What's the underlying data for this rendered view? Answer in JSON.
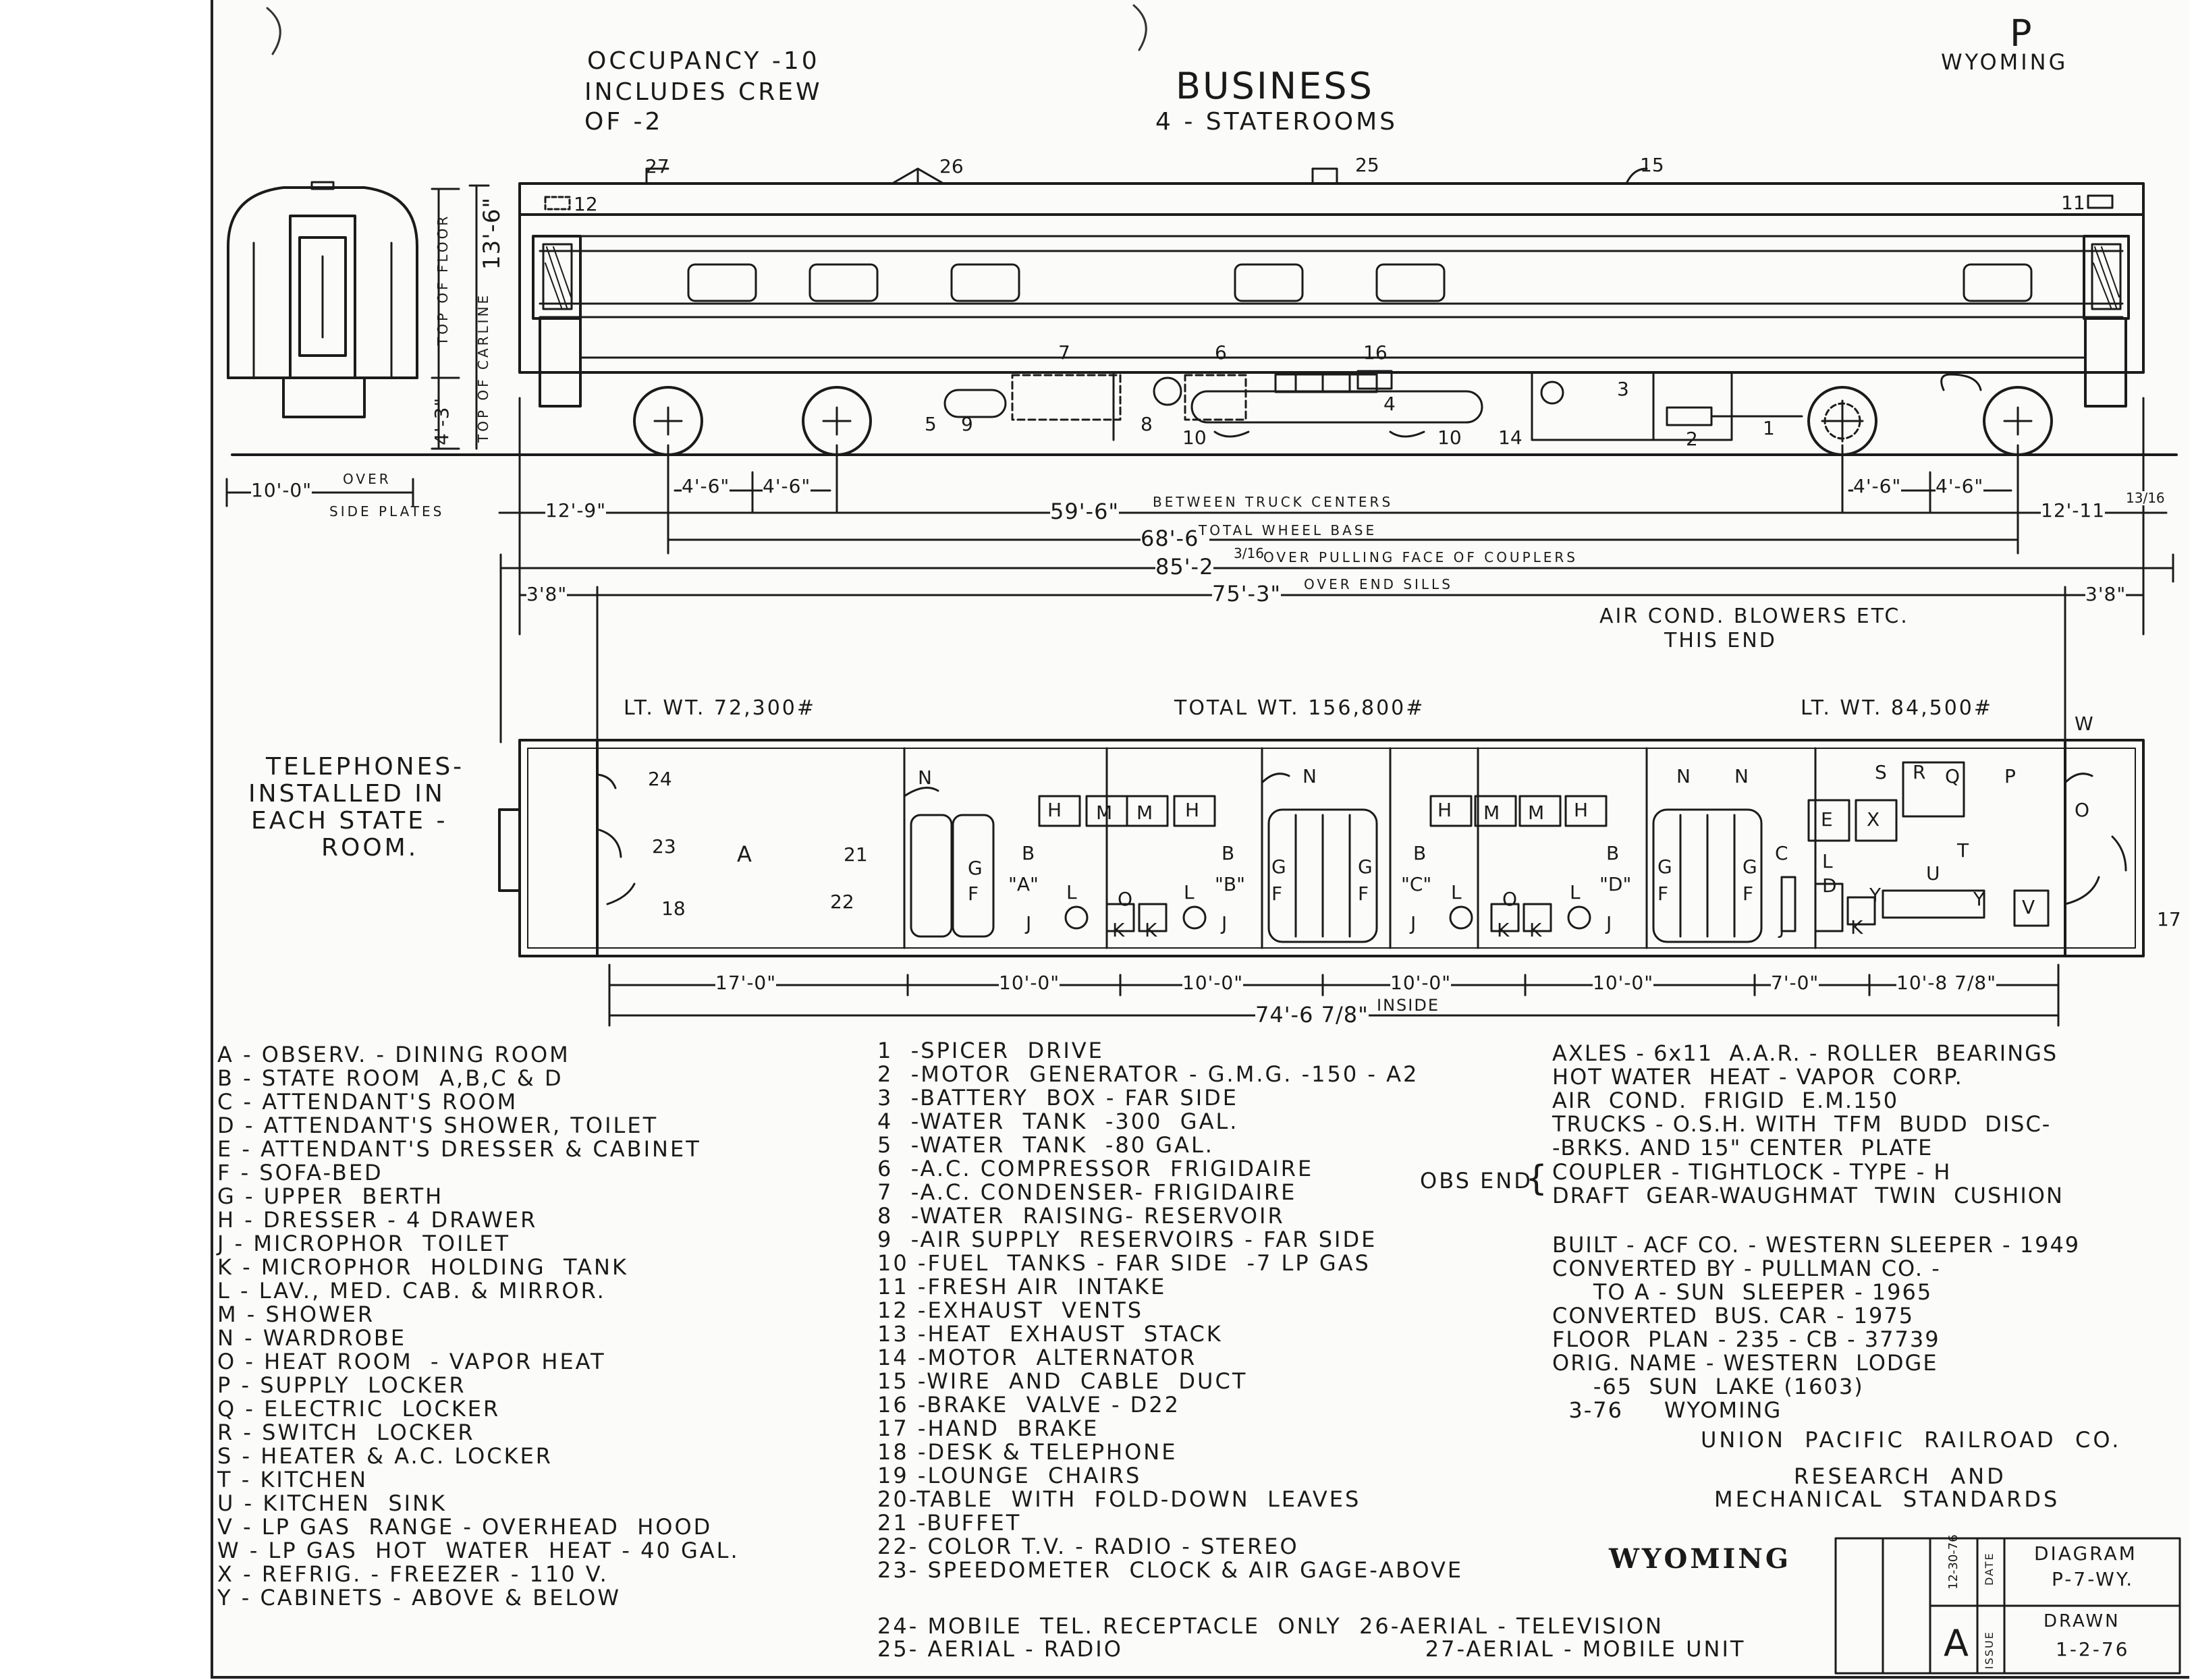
{
  "header": {
    "occupancy": [
      "OCCUPANCY -10",
      "INCLUDES CREW",
      "OF -2"
    ],
    "title": "BUSINESS",
    "subtitle": "4 - STATEROOMS",
    "corner_mark": "P",
    "car_name": "WYOMING"
  },
  "elevation": {
    "callouts": [
      "27",
      "26",
      "25",
      "15",
      "12",
      "11",
      "7",
      "6",
      "16",
      "4",
      "3",
      "5",
      "9",
      "8",
      "10",
      "10",
      "14",
      "2",
      "1"
    ],
    "height_label": "13'-6\"",
    "height_note_1": "TOP OF FLOOR",
    "height_note_2": "TOP OF CARLINE",
    "floor_height": "4'-3\"",
    "end_width": "10'-0\"",
    "end_width_note_1": "OVER",
    "end_width_note_2": "SIDE PLATES"
  },
  "dimensions": {
    "truck_left_1": "4'-6\"",
    "truck_left_2": "4'-6\"",
    "truck_right_1": "4'-6\"",
    "truck_right_2": "4'-6\"",
    "overhang_left": "12'-9\"",
    "truck_centers": "59'-6\"",
    "truck_centers_note": "BETWEEN TRUCK CENTERS",
    "overhang_right": "12'-11",
    "overhang_right_frac": "13/16",
    "wheel_base": "68'-6\"",
    "wheel_base_note": "TOTAL WHEEL BASE",
    "coupler": "85'-2",
    "coupler_frac": "3/16",
    "coupler_note": "OVER PULLING FACE OF COUPLERS",
    "sills": "75'-3\"",
    "sills_note": "OVER END SILLS",
    "end_left": "3'8\"",
    "end_right": "3'8\""
  },
  "notes": {
    "blowers": [
      "AIR COND. BLOWERS ETC.",
      "THIS END"
    ],
    "weight_left": "LT. WT. 72,300#",
    "weight_total": "TOTAL WT. 156,800#",
    "weight_right": "LT. WT. 84,500#",
    "telephones": [
      "TELEPHONES-",
      "INSTALLED IN",
      "EACH STATE -",
      "ROOM."
    ]
  },
  "plan": {
    "labels": [
      "24",
      "23",
      "A",
      "18",
      "21",
      "22",
      "N",
      "G",
      "F",
      "B",
      "\"A\"",
      "L",
      "O",
      "K",
      "K",
      "L",
      "J",
      "J",
      "H",
      "M",
      "M",
      "H",
      "B",
      "\"B\"",
      "N",
      "G",
      "F",
      "G",
      "F",
      "B",
      "\"C\"",
      "H",
      "M",
      "M",
      "H",
      "L",
      "O",
      "K",
      "K",
      "L",
      "J",
      "J",
      "B",
      "\"D\"",
      "N",
      "N",
      "G",
      "F",
      "G",
      "F",
      "C",
      "E",
      "X",
      "D",
      "L",
      "Y",
      "K",
      "U",
      "Y",
      "S",
      "R",
      "Q",
      "P",
      "T",
      "V",
      "W",
      "O",
      "17",
      "J"
    ],
    "segments": [
      "17'-0\"",
      "10'-0\"",
      "10'-0\"",
      "10'-0\"",
      "10'-0\"",
      "7'-0\"",
      "10'-8 7/8\""
    ],
    "inside_length": "74'-6 7/8\"",
    "inside_note": "INSIDE"
  },
  "legend_letters": [
    "A - OBSERV. - DINING ROOM",
    "B - STATE ROOM  A,B,C & D",
    "C - ATTENDANT'S ROOM",
    "D - ATTENDANT'S SHOWER, TOILET",
    "E - ATTENDANT'S DRESSER & CABINET",
    "F - SOFA-BED",
    "G - UPPER  BERTH",
    "H - DRESSER - 4 DRAWER",
    "J - MICROPHOR  TOILET",
    "K - MICROPHOR  HOLDING  TANK",
    "L - LAV., MED. CAB. & MIRROR.",
    "M - SHOWER",
    "N - WARDROBE",
    "O - HEAT ROOM  - VAPOR HEAT",
    "P - SUPPLY  LOCKER",
    "Q - ELECTRIC  LOCKER",
    "R - SWITCH  LOCKER",
    "S - HEATER & A.C. LOCKER",
    "T - KITCHEN",
    "U - KITCHEN  SINK",
    "V - LP GAS  RANGE - OVERHEAD  HOOD",
    "W - LP GAS  HOT  WATER  HEAT - 40 GAL.",
    "X - REFRIG. - FREEZER - 110 V.",
    "Y - CABINETS - ABOVE & BELOW"
  ],
  "legend_numbers": [
    "1  -SPICER  DRIVE",
    "2  -MOTOR  GENERATOR - G.M.G. -150 - A2",
    "3  -BATTERY  BOX - FAR SIDE",
    "4  -WATER  TANK  -300  GAL.",
    "5  -WATER  TANK  -80 GAL.",
    "6  -A.C. COMPRESSOR  FRIGIDAIRE",
    "7  -A.C. CONDENSER- FRIGIDAIRE",
    "8  -WATER  RAISING- RESERVOIR",
    "9  -AIR SUPPLY  RESERVOIRS - FAR SIDE",
    "10 -FUEL  TANKS - FAR SIDE  -7 LP GAS",
    "11 -FRESH AIR  INTAKE",
    "12 -EXHAUST  VENTS",
    "13 -HEAT  EXHAUST  STACK",
    "14 -MOTOR  ALTERNATOR",
    "15 -WIRE  AND  CABLE  DUCT",
    "16 -BRAKE  VALVE - D22",
    "17 -HAND  BRAKE",
    "18 -DESK & TELEPHONE",
    "19 -LOUNGE  CHAIRS",
    "20-TABLE  WITH  FOLD-DOWN  LEAVES",
    "21 -BUFFET",
    "22- COLOR T.V. - RADIO - STEREO",
    "23- SPEEDOMETER  CLOCK & AIR GAGE-ABOVE"
  ],
  "legend_bottom": [
    "24- MOBILE  TEL. RECEPTACLE  ONLY  26-AERIAL - TELEVISION",
    "25- AERIAL - RADIO                                  27-AERIAL - MOBILE UNIT"
  ],
  "specs": {
    "lines_top": [
      "AXLES - 6x11  A.A.R. - ROLLER  BEARINGS",
      "HOT WATER  HEAT - VAPOR  CORP.",
      "AIR  COND.  FRIGID  E.M.150",
      "TRUCKS - O.S.H. WITH  TFM  BUDD  DISC-",
      "-BRKS. AND 15\" CENTER  PLATE"
    ],
    "obs_end": "OBS END",
    "coupler_lines": [
      "COUPLER - TIGHTLOCK - TYPE - H",
      "DRAFT  GEAR-WAUGHMAT  TWIN  CUSHION"
    ],
    "history": [
      "BUILT - ACF CO. - WESTERN SLEEPER - 1949",
      "CONVERTED BY - PULLMAN CO. -",
      "     TO A - SUN  SLEEPER - 1965",
      "CONVERTED  BUS. CAR - 1975",
      "FLOOR  PLAN - 235 - CB - 37739",
      "ORIG. NAME - WESTERN  LODGE",
      "     -65  SUN  LAKE (1603)",
      "  3-76     WYOMING"
    ],
    "company": "UNION  PACIFIC  RAILROAD  CO.",
    "department": [
      "RESEARCH  AND",
      "MECHANICAL  STANDARDS"
    ]
  },
  "handwritten": "WYOMING",
  "title_block": {
    "issue_date": "12-30-76",
    "issue": "A",
    "issue_label": "ISSUE",
    "date_label": "DATE",
    "diagram_label": "DIAGRAM",
    "diagram_number": "P-7-WY.",
    "drawn_label": "DRAWN",
    "drawn_date": "1-2-76"
  }
}
